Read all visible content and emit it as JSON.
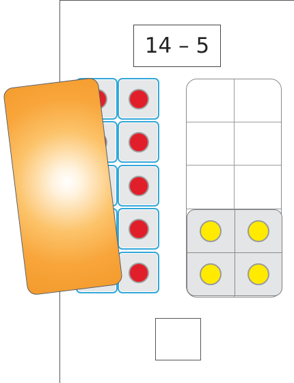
{
  "expression": "14 – 5",
  "answer": "",
  "left_frame": {
    "dot_color": "red",
    "rows": 5,
    "columns": 2,
    "filled": 10
  },
  "right_frame": {
    "rows": 5,
    "columns": 2,
    "filled_with_yellow": 4
  },
  "colors": {
    "tile_border": "#33a7d8",
    "red_dot": "#e11f2a",
    "yellow_dot": "#ffea00",
    "cover_card": "#f8a53a"
  }
}
